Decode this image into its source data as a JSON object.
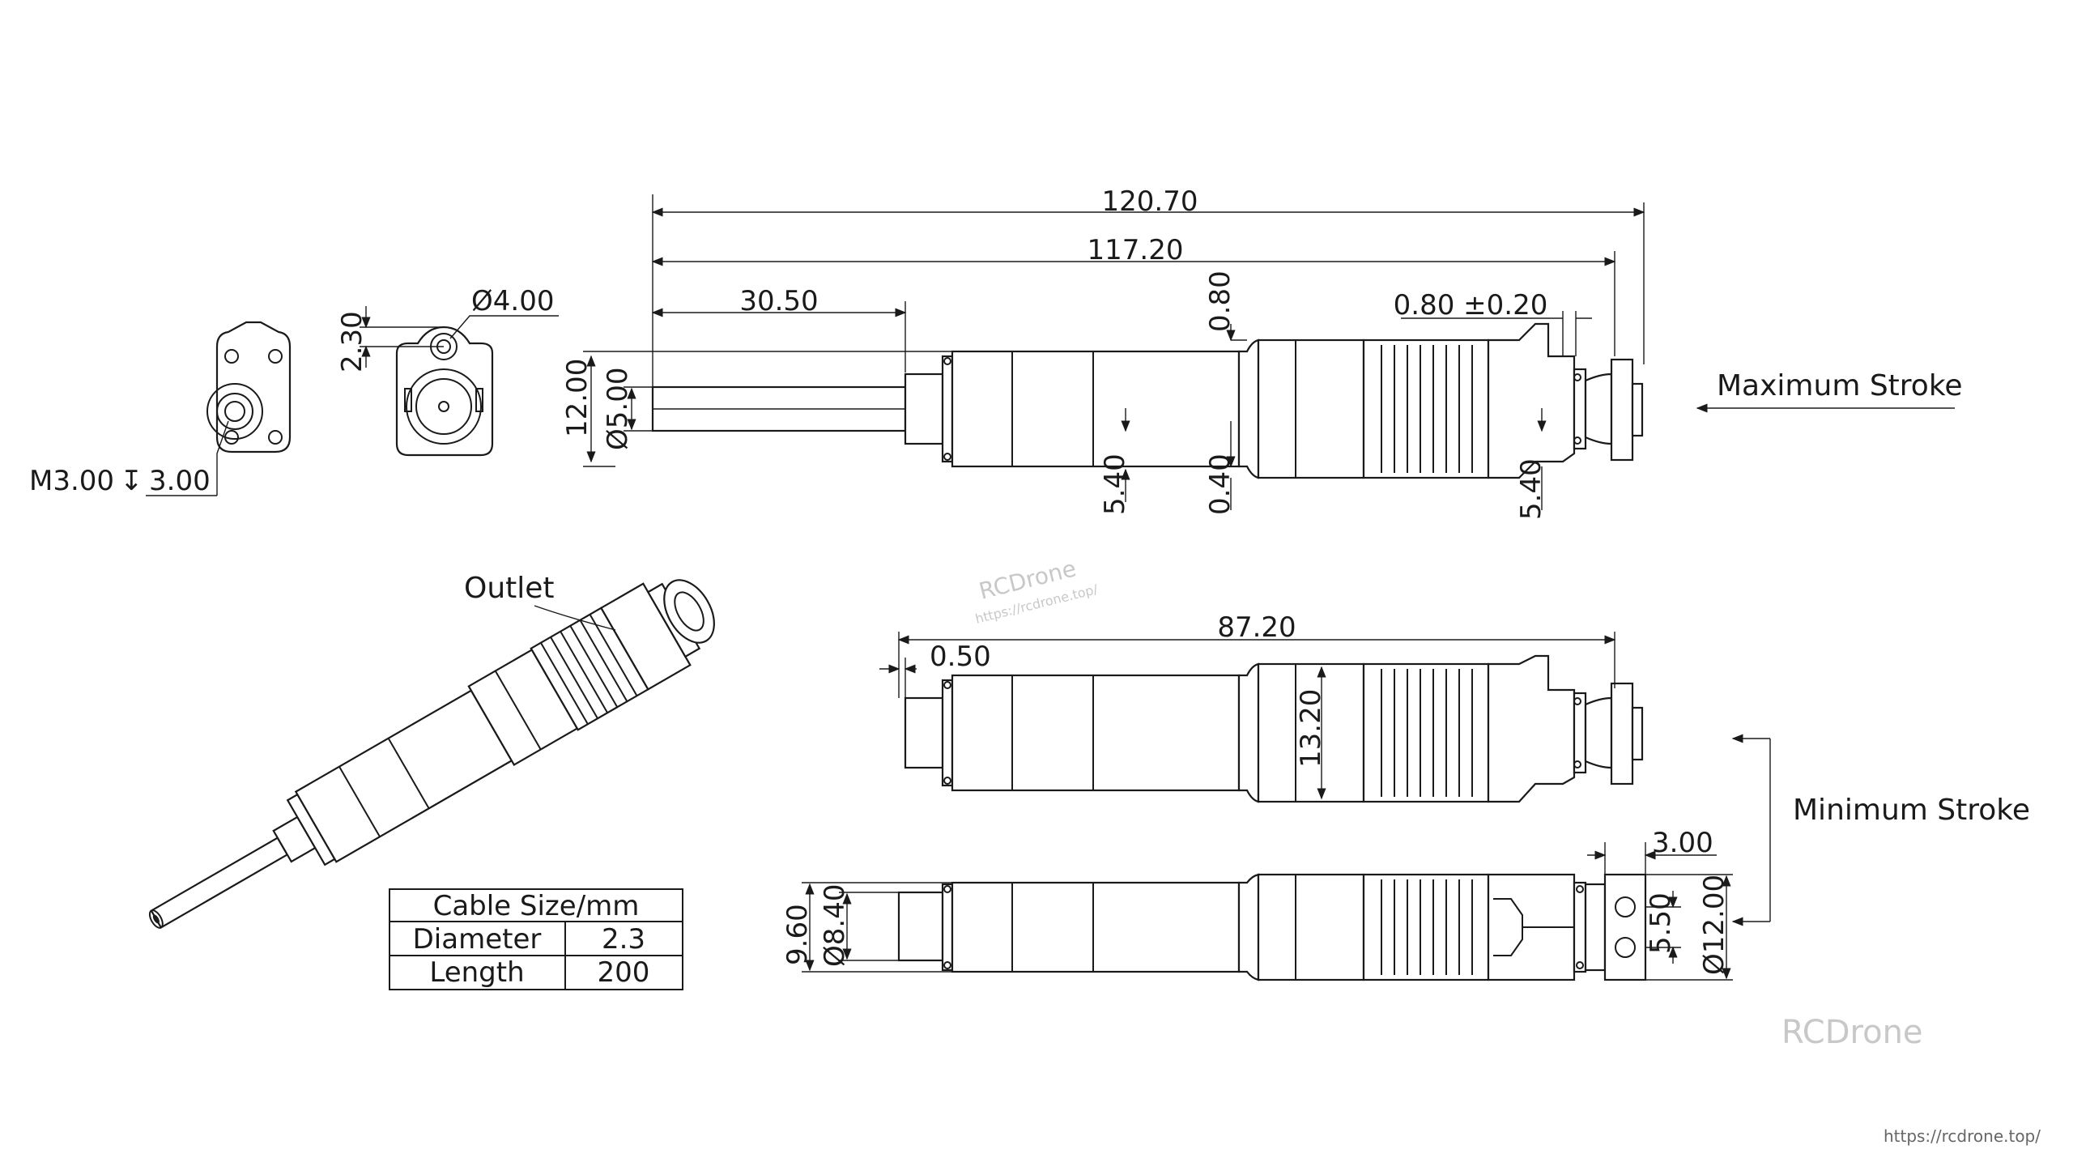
{
  "dimensions": {
    "overall_length": "120.70",
    "body_length": "117.20",
    "rod_length": "30.50",
    "step_height_top": "0.80",
    "tolerance": "0.80 ±0.20",
    "gap_left": "5.40",
    "step_height_bottom": "0.40",
    "gap_right": "5.40",
    "height": "12.00",
    "rod_diameter": "Ø5.00",
    "hole_diameter": "Ø4.00",
    "hole_offset": "2.30",
    "thread": "M3.00",
    "depth_symbol": "↧",
    "thread_depth": "3.00",
    "min_length": "87.20",
    "min_offset": "0.50",
    "min_height": "13.20",
    "end_length": "3.00",
    "bottom_height": "9.60",
    "bottom_diameter": "Ø8.40",
    "end_inner": "5.50",
    "end_diameter": "Ø12.00"
  },
  "labels": {
    "max_stroke": "Maximum Stroke",
    "min_stroke": "Minimum Stroke",
    "outlet": "Outlet"
  },
  "cable_table": {
    "header": "Cable Size/mm",
    "rows": [
      {
        "name": "Diameter",
        "value": "2.3"
      },
      {
        "name": "Length",
        "value": "200"
      }
    ]
  },
  "watermarks": {
    "brand_center": "RCDrone",
    "url_center": "https://rcdrone.top/",
    "brand_corner": "RCDrone",
    "url_corner": "https://rcdrone.top/"
  },
  "colors": {
    "line": "#1a1a1a",
    "watermark": "#c8c8c8"
  }
}
